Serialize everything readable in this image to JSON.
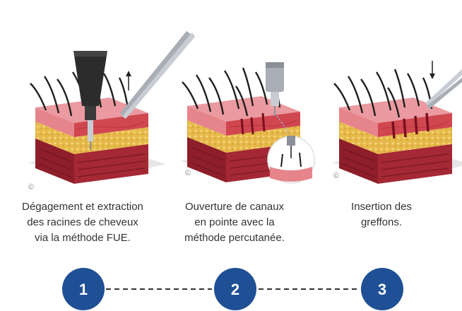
{
  "colors": {
    "accent": "#1f4f95",
    "skin_top": "#e9939a",
    "dermis": "#d0474f",
    "fat": "#e6b94a",
    "muscle": "#8d1e2a",
    "hair": "#1f1f1f",
    "tool": "#8a9097"
  },
  "illustrations": [
    {
      "copyright": "©",
      "tool": "extraction-punch",
      "arrow": "up"
    },
    {
      "copyright": "©",
      "tool": "percutaneous-needle",
      "arrow": "none"
    },
    {
      "copyright": "©",
      "tool": "implanter-forceps",
      "arrow": "down"
    }
  ],
  "captions": [
    "Dégagement et extraction\ndes racines de cheveux\nvia la méthode FUE.",
    "Ouverture de canaux\nen pointe avec la\nméthode percutanée.",
    "Insertion des\ngreffons."
  ],
  "steps": [
    "1",
    "2",
    "3"
  ]
}
